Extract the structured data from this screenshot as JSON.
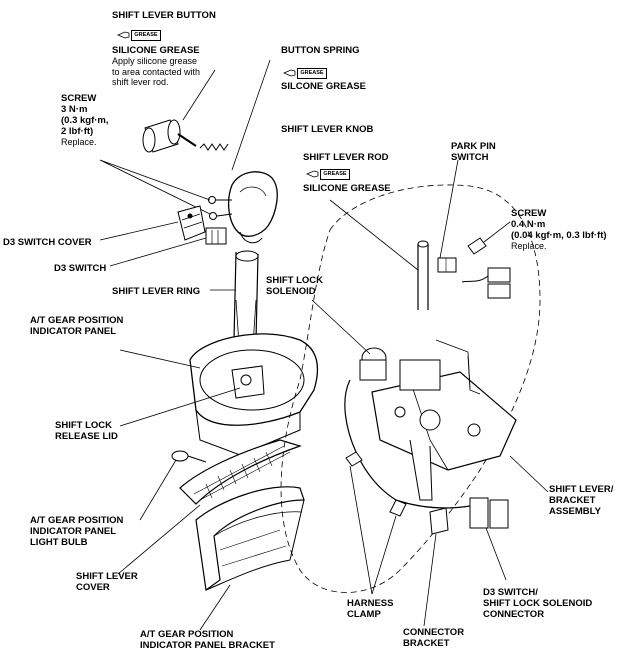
{
  "callouts": {
    "shift_lever_button": "SHIFT LEVER BUTTON",
    "silicone_grease_1": "SILICONE GREASE",
    "silicone_grease_1_note": "Apply silicone grease\nto area contacted with\nshift lever rod.",
    "button_spring": "BUTTON SPRING",
    "silicone_grease_2": "SILCONE GREASE",
    "screw_1": "SCREW\n3 N·m\n(0.3 kgf·m,\n2 lbf·ft)",
    "screw_1_note": "Replace.",
    "shift_lever_knob": "SHIFT LEVER KNOB",
    "shift_lever_rod": "SHIFT LEVER ROD",
    "silicone_grease_3": "SILICONE GREASE",
    "park_pin_switch": "PARK PIN\nSWITCH",
    "screw_2": "SCREW\n0.4 N·m\n(0.04 kgf·m, 0.3 lbf·ft)",
    "screw_2_note": "Replace.",
    "d3_switch_cover": "D3 SWITCH COVER",
    "d3_switch": "D3 SWITCH",
    "shift_lever_ring": "SHIFT LEVER RING",
    "shift_lock_solenoid": "SHIFT LOCK\nSOLENOID",
    "at_gear_position_indicator_panel": "A/T GEAR POSITION\nINDICATOR PANEL",
    "shift_lock_release_lid": "SHIFT LOCK\nRELEASE LID",
    "shift_lever_bracket_assembly": "SHIFT LEVER/\nBRACKET\nASSEMBLY",
    "at_gear_position_indicator_panel_light_bulb": "A/T GEAR POSITION\nINDICATOR PANEL\nLIGHT BULB",
    "shift_lever_cover": "SHIFT LEVER\nCOVER",
    "harness_clamp": "HARNESS\nCLAMP",
    "d3_switch_shift_lock_solenoid_connector": "D3 SWITCH/\nSHIFT LOCK SOLENOID\nCONNECTOR",
    "connector_bracket": "CONNECTOR\nBRACKET",
    "at_gear_position_indicator_panel_bracket": "A/T GEAR POSITION\nINDICATOR PANEL BRACKET"
  },
  "grease_tag": "GREASE",
  "icons": [
    "grease-tube-icon"
  ]
}
